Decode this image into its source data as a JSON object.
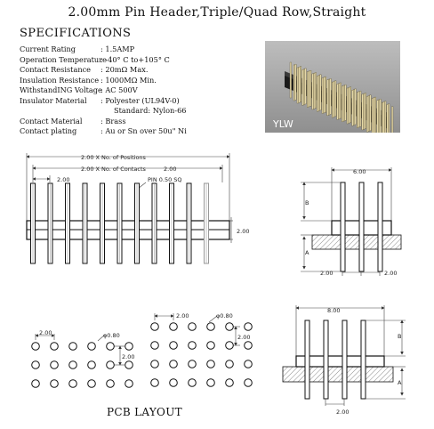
{
  "title": "2.00mm Pin Header,Triple/Quad Row,Straight",
  "specs_heading": "SPECIFICATIONS",
  "specs": [
    {
      "key": "Current Rating",
      "value": ": 1.5AMP"
    },
    {
      "key": "Operation Temperature",
      "value": ": -40° C to+105° C"
    },
    {
      "key": "Contact Resistance",
      "value": ": 20mΩ Max."
    },
    {
      "key": "Insulation Resistance",
      "value": ": 1000MΩ Min."
    },
    {
      "key": "WithstandING Voltage",
      "value": ": AC 500V"
    },
    {
      "key": "Insulator Material",
      "value": ": Polyester (UL94V-0)"
    },
    {
      "key": "",
      "value": "Standard: Nylon-66"
    },
    {
      "key": "Contact Material",
      "value": ": Brass"
    },
    {
      "key": "Contact plating",
      "value": ": Au or Sn over 50u\" Ni"
    }
  ],
  "photo_label": "YLW",
  "drawing": {
    "dim_positions": "2.00 X No. of Positions",
    "dim_contacts": "2.00 X No. of Contacts",
    "dim_contacts_suffix": "2.00",
    "pitch": "2.00",
    "pin_size": "PIN 0.50 SQ",
    "body_height": "2.00",
    "side_width": "6.00",
    "label_b": "B",
    "label_a": "A",
    "side_pitch_left": "2.00",
    "side_pitch_right": "2.00",
    "quad_width": "8.00",
    "quad_label_b": "B",
    "quad_label_a": "A",
    "quad_pitch_bottom": "2.00",
    "pcb_pitch_1": "2.00",
    "pcb_hole_1": "φ0.80",
    "pcb_side_1": "2.00",
    "pcb_pitch_2": "2.00",
    "pcb_hole_2": "φ0.80",
    "pcb_side_2": "2.00"
  },
  "pcb_layout_label": "PCB LAYOUT"
}
